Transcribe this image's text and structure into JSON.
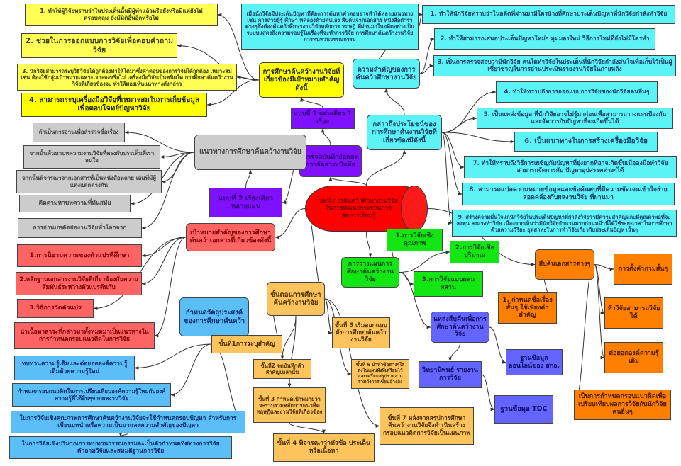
{
  "title": "บทที่ การค้นคว้าศึกษางานวิจัย ในการพัฒนากระบวนการจัดการเรียนรู้",
  "colors": {
    "yellow": "#ffff55",
    "cyan": "#5cf3f7",
    "purple": "#7f11ff",
    "gray": "#cccccc",
    "red": "#ff0000",
    "salmon": "#ff6464",
    "blue": "#5bbef7",
    "light_orange": "#fdc35c",
    "green": "#14e614",
    "orange": "#ff8000",
    "indigo": "#6464ff"
  },
  "nodes": {
    "yMain": "การศึกษาค้นคว้างานวิจัยที่เกี่ยวข้องมีเป้าหมายสำคัญดังนี้",
    "y1": "1. ทำให้ผู้วิจัยทราบว่าในประเด็นนั้นมีผู้ทำแล้วหรือยังหรือมีแต่ยังไม่ครอบคลุม ยังมีมิติอื่นอีกหรือไม่",
    "y2": "2. ช่วยในการออกแบบการวิจัยเพื่อตอบคำถามวิจัย",
    "y3": "3. นักวิจัยสามารถระบุวิธีวิจัยได้ถูกต้องทำให้ได้มาซึ่งคำตอบของการวิจัยได้ถูกต้อง เหมาะสม เช่น ต้องใช้กลุ่มเป้าหมายเฉพาะเจาะจงหรือไม่ เครื่องมือวิจัยเป็นชนิดใด การศึกษาค้นคว้างานวิจัยที่เกี่ยวข้องจะ ทำให้มองเห็นแนวทางดังกล่าว",
    "y4": "4. สามารถระบุเครื่องมือวิจัยที่เหมาะสมในการเก็บข้อมูล เพื่อตอบโจทย์ปัญหาวิจัย",
    "cIntro": "เมื่อนักวิจัยมีประเด็นปัญหาที่ต้องการค้นหาคำตอบอาจทำได้หลายแนวทาง เช่น การถามผู้รู้ ศึกษา ทดลองด้วยตนเอง สืบค้นจากเอกสาร หนังสือตำราต่างๆซึ่งต้องค้นคว้าศึกษางานวิจัยหลักการ ทฤษฎี ที่ผ่านมาในอดีตอย่างเป็นระบบแสดงถึงความรอบรู้ในเรื่องที่จะทำการวิจัย การศึกษาค้นคว้างานวิจัยการทบทวนวรรณกรรม",
    "cImp": "ความสำคัญของการค้นคว้าศึกษางานวิจัย",
    "c1": "1. ทำให้นักวิจัยทราบว่าในอดีตที่ผ่านมามีใครบ้างที่ศึกษาประเด็นปัญหาที่นักวิจัยกำลังทำวิจัย",
    "c2": "2. ทำให้สามารถเสนอประเด็นปัญหาใหม่ๆ มุมมองใหม่ วิธีการใหม่ที่ยังไม่มีใครทำ",
    "c3": "3. เป็นการตรวจสอบว่ามีนักวิจัย คนใดทำวิจัยในประเด็นที่นักวิจัยกำลังสนใจเพื่อเก็บไว้เป็นผู้เชี่ยวชาญในการอ่านประเมินรายงานวิจัยในภายหลัง",
    "cBen": "กล่าวถึงประโยชน์ของการศึกษาค้นงานวิจัยที่เกี่ยวข้องมีดังนี้",
    "c4": "4. ทำให้ทราบถึงการออกแบบการวิจัยของนักวิจัยคนอื่นๆ",
    "c5": "5. เป็นแหล่งข้อมูล ที่นักวิจัยอาจไม่รู้มาก่อนเพื่อสามารถวางแผนป้องกันและจัดการกับปัญหาที่จะเกิดขึ้นได้",
    "c6": "6. เป็นแนวทางในการสร้างเครื่องมือวิจัย",
    "c7": "7. ทำให้ทราบถึงวิธีการเผชิญกับปัญหาที่ยุ่งยากที่อาจเกิดขึ้นเมื่อลงมือทำวิจัยสามารถจัดการกับ ปัญหาอุปสรรคต่างๆได้",
    "c8": "8. สามารถแปลความหมายข้อมูลและข้อค้นพบที่มีความชัดเจนเข้าใจง่ายสอดคล้องกับผลงานวิจัย ที่ผ่านมา",
    "c9": "9. สร้างความมั่นใจแก่นักวิจัยในประเด็นปัญหาที่กำลังวิจัยว่ามีความสำคัญและมีคุณค่าพอที่จะลงทุน ลงแรงทำวิจัย เนื่องจากเห็นว่ามีนักวิจัยจำนวนมากก่อนหน้านี้ได้ใช้ระยะเวลาในการศึกษาด้วยความวิริยะ อุตสาหะในการทำวิจัยเกี่ยวกับประเด็นปัญหานั้นๆ",
    "p1": "แบบที่ 1 แผ่นเดียว 1 เรื่อง",
    "pRec": "การจดบันทึกย่อและการจัดสาระบันทึก",
    "p2": "แบบที่ 2 เรื่องเดียวหลายแผ่น",
    "gMain": "แนวทางการศึกษาค้นคว้างานวิจัย",
    "g1": "ถ้าเป็นการอ่านเพื่อสำรวจชื่อเรื่อง",
    "g2": "จากนั้นค้นหาบทความงานวิจัยที่ตรงกับประเด็นที่เราสนใจ",
    "g3": "จากนั้นพิจารณาจากเอกสารที่เป็นหนังสือหลาย เล่มที่มีผู้แต่งแตกต่างกัน",
    "g4": "ติดตามหาบทความที่ทันสมัย",
    "g5": "การอ่านบทคัดย่องานวิจัยทั่วโลกจาก",
    "rMain": "เป้าหมายสำคัญของการศึกษาค้นคว้าเอกสารที่เกี่ยวข้องดังนี้",
    "r1": "1.การนิยามความของตัวแปรที่ศึกษา",
    "r2": "2.หลักฐานเอกสารงานวิจัยที่เกี่ยวข้องกับความสัมพันธ์ระหว่างตัวแปรต้นกับ",
    "r3": "3.วิธีการวัดตัวแปร",
    "r4": "นำเนื้อหาสาระที่กล่าวมาทั้งหมดมาเป็นแนวทางในการกำหนดกรอบแนวคิดในการวิจัย",
    "bMain": "กำหนดวัตถุประสงค์ของการศึกษาค้นคว้า",
    "b1": "ทบทวนความรู้เดิมและต่อยอดองค์ความรู้เดิมด้วยความรู้ใหม่",
    "b2": "กำหนดกรอบแนวคิดในการเปรียบเทียบองค์ความรู้ใหม่กับองค์ความรู้ที่ได้อื่นๆจากผลงานวิจัย",
    "b3": "ในการวิจัยเชิงคุณภาพการศึกษาค้นคว้างานวิจัยจะใช้กำหนดกรอบปัญหา สำหรับการเขียนบทนำหรือความเป็นมาและความสำคัญของปัญหา",
    "b4": "ในการวิจัยเชิงปริมาณการทบทวนวรรณกรรมจะเป็นตัวกำหนดทิศทางการวิจัย คำถามวิจัยและสมมติฐานการวิจัย",
    "oMain": "ขั้นตอนการศึกษาค้นคว้างานวิจัย",
    "o1": "ขั้นที่1การระบุสำคัญ",
    "o2": "ขั้นที่2 จดบันทึกคำสำคัญเหล่านั้น",
    "o3": "ขั้นที่ 3 กำหนดเป้าหมายว่าจะรวบรวมหลักการแนวคิด ทฤษฎีและงานวิจัยที่เกี่ยวข้อง",
    "o4": "ขั้นที่ 4 พิจารณาว่าหัวข้อ ประเด็นหรือเนื้อหา",
    "o5": "ขั้นที่ 5 เริ่มออกแบบผังการศึกษาค้นคว้างานวิจัย",
    "o6": "ขั้นที่ 6 นำหัวข้อต่างๆใส่ลงในแผนผังที่เตรียมไว้และเตรียมสรุปรายงานรวมถึงการเขียนอ้างอิง",
    "o7": "ขั้นที่ 7 หลังจากสรุปการศึกษาค้นคว้างานวิจัยจึงดำเนินสร้างกรอบแนวคิดการวิจัยเป็นแผนภาพ",
    "grMain": "การวางแผนการศึกษาค้นคว้างานวิจัย",
    "gr1": "1.การวิจัยเชิงคุณภาพ",
    "gr2": "2.การวิจัยเชิงปริมาณ",
    "gr3": "3.การวิจัยแบบผสมผสาน",
    "dMain": "สืบค้นเอกสารต่างๆ",
    "d1": "การตั้งคำถามสั้นๆ",
    "d2": "1. กำหนดชื่อเรื่องสั้นๆ ใช้เพียงคำสำคัญ",
    "d3": "หัววิจัยสามารถวิจัยได้",
    "d4": "ต่อยอดองค์ความรู้เดิม",
    "d5": "เป็นการกำหนดกรอบแนวคิดเพื่อเปรียบเทียบผลการวิจัยกับนักวิจัยคนอื่นๆ",
    "iMain": "แหล่งสืบค้นเพื่อการศึกษาค้นคว้างานวิจัย",
    "i1": "วิทยานิพนธ์ รายงานการวิจัย",
    "i2": "ฐานข้อมูลออนไลน์ของ สกอ.",
    "i3": "ฐานข้อมูล TDC"
  }
}
